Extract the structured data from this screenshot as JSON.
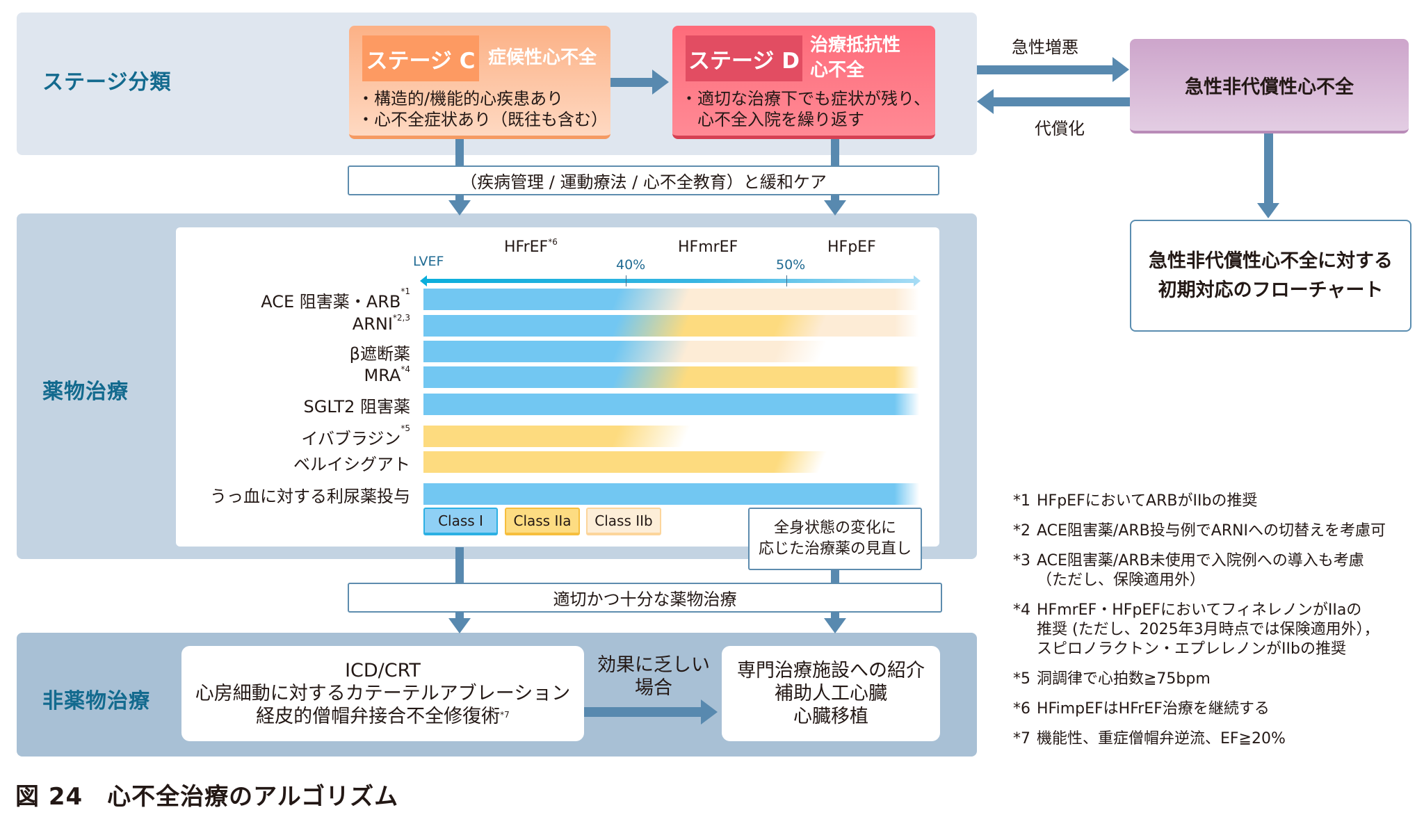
{
  "figure": {
    "title": "図 24　心不全治療のアルゴリズム"
  },
  "sections": {
    "stage": "ステージ分類",
    "drug": "薬物治療",
    "nondrug": "非薬物治療"
  },
  "stage_c": {
    "label": "ステージ C",
    "subtitle": "症候性心不全",
    "desc": [
      "・構造的/機能的心疾患あり",
      "・心不全症状あり（既往も含む）"
    ],
    "colors": {
      "header": "#fd9a62",
      "body_top": "#fcb186",
      "body_bottom": "#fed9c2"
    }
  },
  "stage_d": {
    "label": "ステージ D",
    "subtitle": [
      "治療抵抗性",
      "心不全"
    ],
    "desc": [
      "・適切な治療下でも症状が残り、",
      "　心不全入院を繰り返す"
    ],
    "colors": {
      "header": "#e24d62",
      "body_top": "#fe6b7a",
      "body_bottom": "#ff8a95"
    }
  },
  "acute": {
    "worsening_label": "急性増悪",
    "compensation_label": "代償化",
    "box_label": "急性非代償性心不全",
    "flowchart_lines": [
      "急性非代償性心不全に対する",
      "初期対応のフローチャート"
    ]
  },
  "care_bar": "（疾病管理 / 運動療法 / 心不全教育）と緩和ケア",
  "pharm_bar": "適切かつ十分な薬物治療",
  "review_box": [
    "全身状態の変化に",
    "応じた治療薬の見直し"
  ],
  "chart_data": {
    "type": "table",
    "title": "薬物治療",
    "axis": {
      "label": "LVEF",
      "ticks": [
        "40%",
        "50%"
      ],
      "categories": [
        {
          "name": "HFrEF",
          "note": "*6"
        },
        {
          "name": "HFmrEF",
          "note": ""
        },
        {
          "name": "HFpEF",
          "note": ""
        }
      ]
    },
    "legend": [
      {
        "key": "I",
        "label": "Class I",
        "color": "#72c7f2"
      },
      {
        "key": "IIa",
        "label": "Class IIa",
        "color": "#fddb7f"
      },
      {
        "key": "IIb",
        "label": "Class IIb",
        "color": "#fdecd6"
      }
    ],
    "rows": [
      {
        "name": "ACE 阻害薬・ARB",
        "note": "*1",
        "HFrEF": "I",
        "HFmrEF": "IIb",
        "HFpEF": "IIb"
      },
      {
        "name": "ARNI",
        "note": "*2,3",
        "HFrEF": "I",
        "HFmrEF": "IIa",
        "HFpEF": "IIb"
      },
      {
        "name": "β遮断薬",
        "note": "",
        "HFrEF": "I",
        "HFmrEF": "IIb",
        "HFpEF": null
      },
      {
        "name": "MRA",
        "note": "*4",
        "HFrEF": "I",
        "HFmrEF": "IIa",
        "HFpEF": "IIa"
      },
      {
        "name": "SGLT2 阻害薬",
        "note": "",
        "HFrEF": "I",
        "HFmrEF": "I",
        "HFpEF": "I"
      },
      {
        "name": "イバブラジン",
        "note": "*5",
        "HFrEF": "IIa",
        "HFmrEF": null,
        "HFpEF": null
      },
      {
        "name": "ベルイシグアト",
        "note": "",
        "HFrEF": "IIa",
        "HFmrEF": "IIa",
        "HFpEF": null
      },
      {
        "name": "うっ血に対する利尿薬投与",
        "note": "",
        "HFrEF": "I",
        "HFmrEF": "I",
        "HFpEF": "I"
      }
    ]
  },
  "nondrug": {
    "device_lines": [
      "ICD/CRT",
      "心房細動に対するカテーテルアブレーション",
      "経皮的僧帽弁接合不全修復術"
    ],
    "device_note": "*7",
    "ineffective_label": [
      "効果に乏しい",
      "場合"
    ],
    "specialist_lines": [
      "専門治療施設への紹介",
      "補助人工心臓",
      "心臓移植"
    ]
  },
  "footnotes": [
    {
      "num": "*1",
      "lines": [
        "HFpEFにおいてARBがIIbの推奨"
      ]
    },
    {
      "num": "*2",
      "lines": [
        "ACE阻害薬/ARB投与例でARNIへの切替えを考慮可"
      ]
    },
    {
      "num": "*3",
      "lines": [
        "ACE阻害薬/ARB未使用で入院例への導入も考慮",
        "（ただし、保険適用外）"
      ]
    },
    {
      "num": "*4",
      "lines": [
        "HFmrEF・HFpEFにおいてフィネレノンがIIaの",
        "推奨 (ただし、2025年3月時点では保険適用外），",
        "スピロノラクトン・エプレレノンがIIbの推奨"
      ]
    },
    {
      "num": "*5",
      "lines": [
        "洞調律で心拍数≧75bpm"
      ]
    },
    {
      "num": "*6",
      "lines": [
        "HFimpEFはHFrEF治療を継続する"
      ]
    },
    {
      "num": "*7",
      "lines": [
        "機能性、重症僧帽弁逆流、EF≧20%"
      ]
    }
  ],
  "colors": {
    "arrow": "#5889af",
    "section_label": "#136a8e",
    "stage_bg": "#dfe6ef",
    "drug_bg": "#c3d3e2",
    "nondrug_bg": "#a8c0d5",
    "acute_box": "#d8b8d7"
  }
}
